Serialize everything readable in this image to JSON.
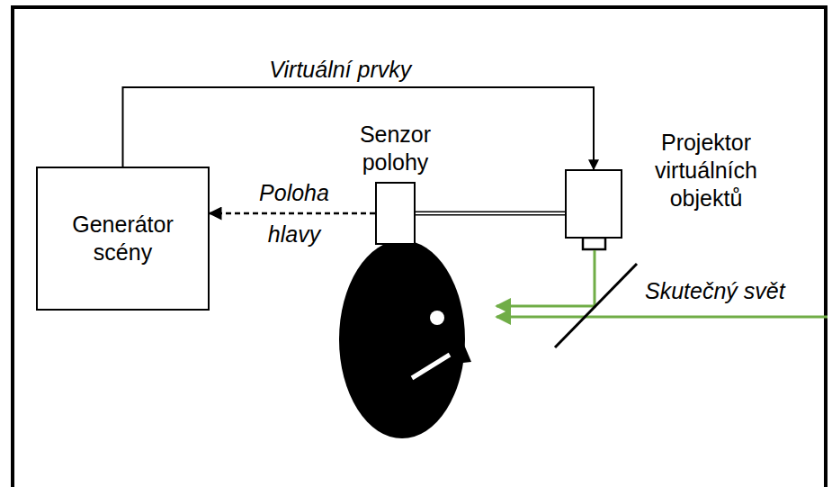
{
  "diagram": {
    "nodes": [
      {
        "text": [
          "Generátor scény"
        ]
      },
      {
        "text": [
          "Senzor polohy"
        ]
      },
      {
        "text": [
          "Projektor virtuálních objektů"
        ]
      }
    ],
    "edges": [
      {
        "from": 0,
        "to": 2,
        "arrow": "to",
        "label": "Virtuální prvky"
      },
      {
        "from": 1,
        "to": 0,
        "arrow": "to",
        "label": "Poloha hlavy"
      },
      {
        "from": 1,
        "to": 2,
        "arrow": "none"
      }
    ],
    "labels": [
      "Skutečný svět"
    ]
  }
}
